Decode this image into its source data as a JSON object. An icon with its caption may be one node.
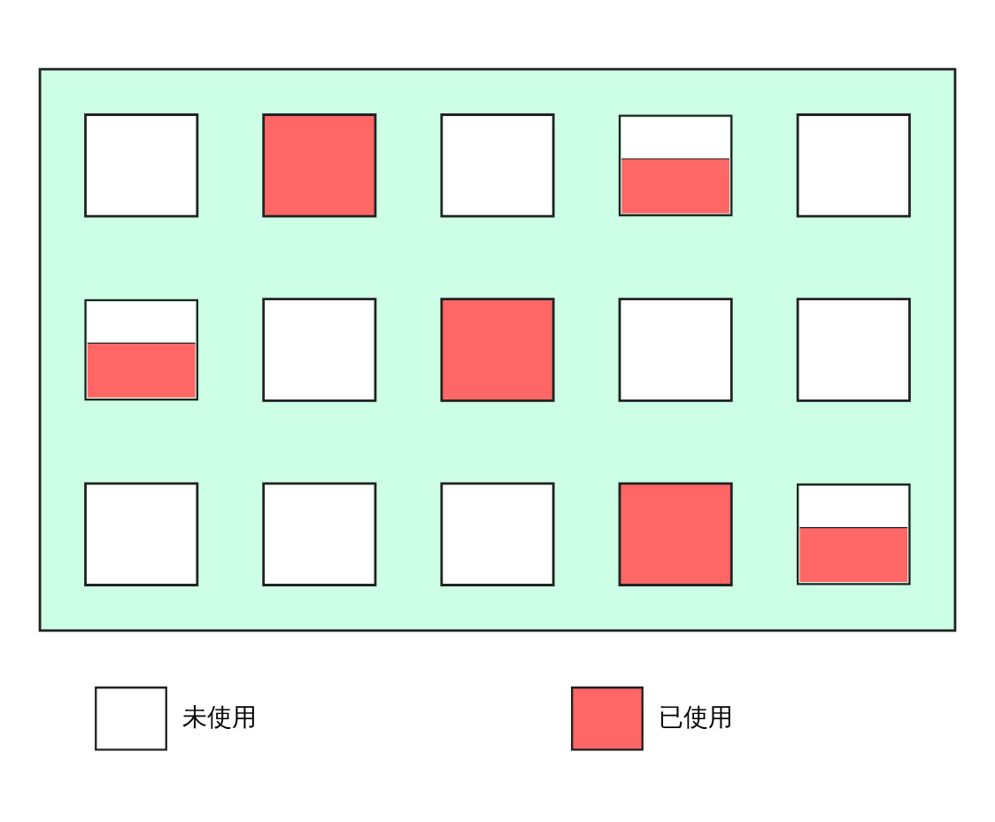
{
  "diagram": {
    "nodes": [
      {
        "text": [],
        "shape": "box"
      },
      {
        "text": [],
        "shape": "box",
        "in": 0
      },
      {
        "text": [],
        "shape": "box",
        "in": 0
      },
      {
        "text": [],
        "shape": "box",
        "in": 0
      },
      {
        "text": [],
        "shape": "box",
        "in": 0
      },
      {
        "text": [],
        "shape": "box",
        "in": 0
      },
      {
        "text": [],
        "shape": "box",
        "in": 0
      },
      {
        "text": [],
        "shape": "box",
        "in": 0
      },
      {
        "text": [],
        "shape": "box",
        "in": 0
      },
      {
        "text": [],
        "shape": "box",
        "in": 0
      },
      {
        "text": [],
        "shape": "box",
        "in": 0
      },
      {
        "text": [],
        "shape": "box",
        "in": 0
      },
      {
        "text": [],
        "shape": "box",
        "in": 0
      },
      {
        "text": [],
        "shape": "box",
        "in": 0
      },
      {
        "text": [],
        "shape": "box",
        "in": 0
      },
      {
        "text": [],
        "shape": "box",
        "in": 0
      }
    ],
    "edges": [],
    "legend": [
      {
        "text": "未使用",
        "color": "#ffffff"
      },
      {
        "text": "已使用",
        "color": "#ff6666"
      }
    ]
  }
}
